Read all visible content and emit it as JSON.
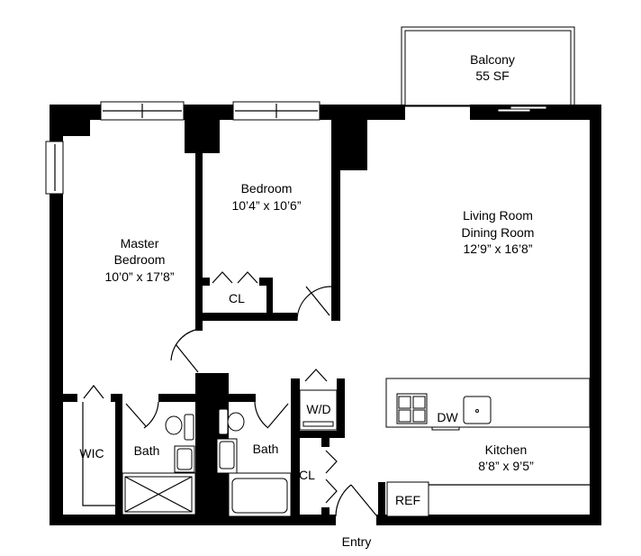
{
  "rooms": {
    "balcony": {
      "name": "Balcony",
      "size": "55 SF"
    },
    "master_bedroom": {
      "name_line1": "Master",
      "name_line2": "Bedroom",
      "size": "10’0” x 17’8”"
    },
    "bedroom": {
      "name": "Bedroom",
      "size": "10’4” x 10’6”"
    },
    "living": {
      "name_line1": "Living Room",
      "name_line2": "Dining Room",
      "size": "12’9” x 16’8”"
    },
    "kitchen": {
      "name": "Kitchen",
      "size": "8’8” x 9’5”"
    },
    "closet_bedroom": "CL",
    "closet_hall": "CL",
    "wic": "WIC",
    "bath_master": "Bath",
    "bath_hall": "Bath",
    "laundry": "W/D",
    "dishwasher": "DW",
    "refrigerator": "REF",
    "entry": "Entry"
  }
}
